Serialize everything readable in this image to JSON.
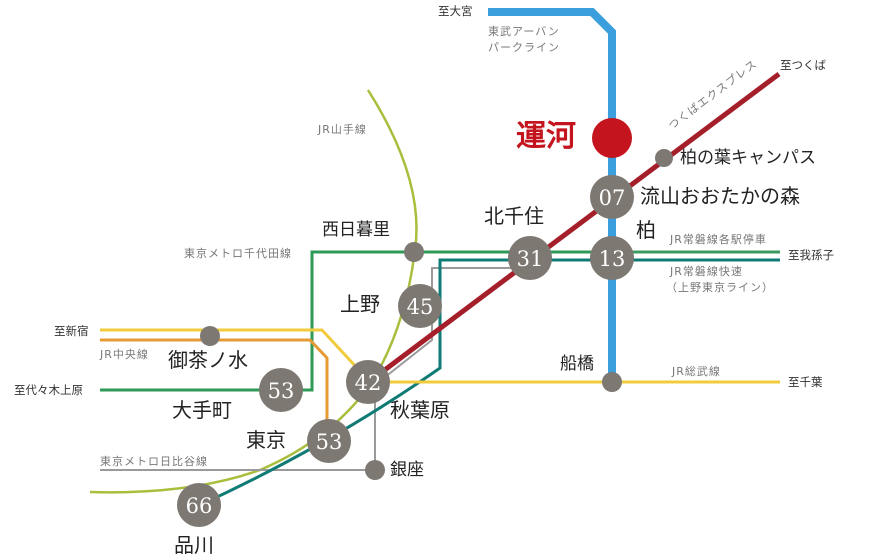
{
  "colors": {
    "tobu_urban_park": "#3a9fdc",
    "tsukuba_express": "#a51f2b",
    "highlight_station": "#c4141d",
    "station_fill": "#7d7872",
    "jr_yamanote": "#a8be3c",
    "jr_joban_local": "#3c9a5e",
    "jr_joban_rapid": "#0f7b74",
    "metro_chiyoda": "#2f9a57",
    "jr_chuo_sobu_yellow": "#f2cb3c",
    "jr_chuo_orange": "#e69a34",
    "metro_hibiya": "#9a9a9a"
  },
  "highlight": {
    "station": "運河"
  },
  "terminals": {
    "omiya": "至大宮",
    "tsukuba": "至つくば",
    "abiko": "至我孫子",
    "shinjuku": "至新宿",
    "yoyogi_uehara": "至代々木上原",
    "chiba": "至千葉"
  },
  "lines": {
    "tobu_1": "東武アーバン",
    "tobu_2": "パークライン",
    "tsukuba_express": "つくばエクスプレス",
    "yamanote": "JR山手線",
    "chiyoda": "東京メトロ千代田線",
    "joban_local": "JR常磐線各駅停車",
    "joban_rapid_1": "JR常磐線快速",
    "joban_rapid_2": "（上野東京ライン）",
    "chuo": "JR中央線",
    "sobu": "JR総武線",
    "hibiya": "東京メトロ日比谷線"
  },
  "stations": {
    "kashiwanoha": {
      "name": "柏の葉キャンパス"
    },
    "nagareyama": {
      "name": "流山おおたかの森",
      "minutes": "07"
    },
    "kashiwa": {
      "name": "柏",
      "minutes": "13"
    },
    "kitasenju": {
      "name": "北千住",
      "minutes": "31"
    },
    "nishinippori": {
      "name": "西日暮里"
    },
    "ueno": {
      "name": "上野",
      "minutes": "45"
    },
    "ochanomizu": {
      "name": "御茶ノ水"
    },
    "otemachi": {
      "name": "大手町",
      "minutes": "53"
    },
    "akihabara": {
      "name": "秋葉原",
      "minutes": "42"
    },
    "tokyo": {
      "name": "東京",
      "minutes": "53"
    },
    "ginza": {
      "name": "銀座"
    },
    "shinagawa": {
      "name": "品川",
      "minutes": "66"
    },
    "funabashi": {
      "name": "船橋"
    }
  }
}
